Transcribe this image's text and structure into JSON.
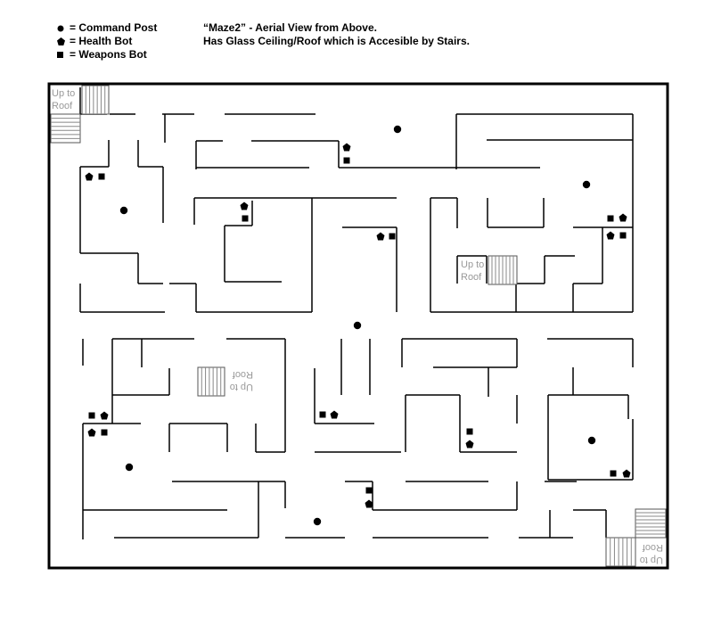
{
  "legend": [
    {
      "symbol": "command-post",
      "label": "= Command Post"
    },
    {
      "symbol": "health-bot",
      "label": "= Health Bot"
    },
    {
      "symbol": "weapons-bot",
      "label": "= Weapons Bot"
    }
  ],
  "title": "“Maze2” - Aerial View from Above.",
  "subtitle": "Has Glass Ceiling/Roof which is Accesible by Stairs.",
  "stairs_label": [
    "Up to",
    "Roof"
  ],
  "colors": {
    "ink": "#000000",
    "stairs_text": "#999999",
    "stairs_lines": "#888888"
  }
}
